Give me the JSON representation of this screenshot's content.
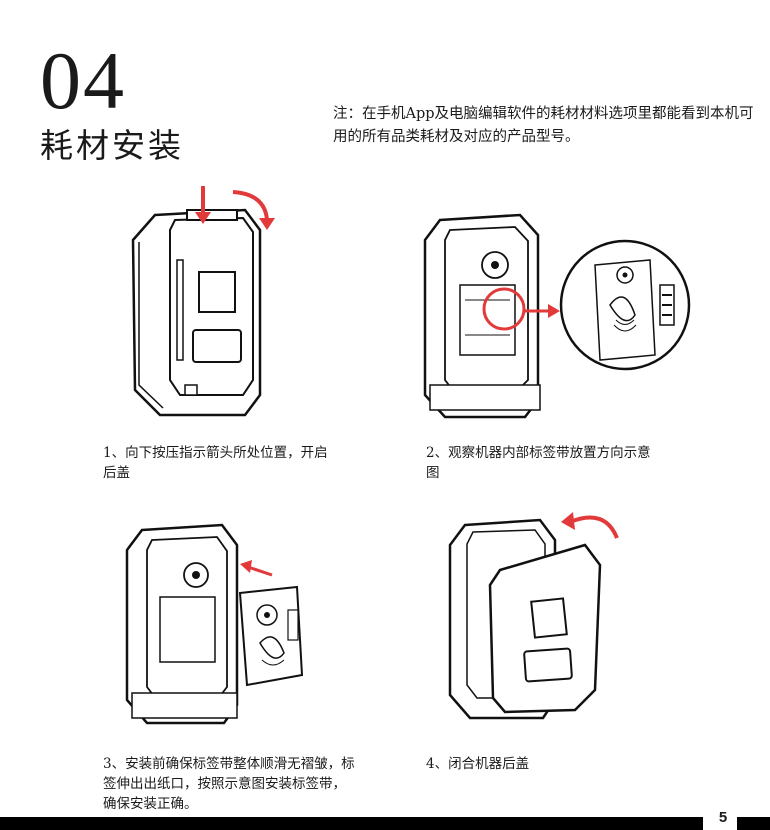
{
  "section": {
    "number": "04",
    "title": "耗材安装"
  },
  "note": "注：在手机App及电脑编辑软件的耗材材料选项里都能看到本机可用的所有品类耗材及对应的产品型号。",
  "steps": [
    {
      "caption": "1、向下按压指示箭头所处位置，开启后盖"
    },
    {
      "caption": "2、观察机器内部标签带放置方向示意图"
    },
    {
      "caption": "3、安装前确保标签带整体顺滑无褶皱，标签伸出出纸口，按照示意图安装标签带，确保安装正确。"
    },
    {
      "caption": "4、闭合机器后盖"
    }
  ],
  "colors": {
    "accent": "#e23a3a",
    "ink": "#1a1a1a"
  },
  "page_number": "5"
}
